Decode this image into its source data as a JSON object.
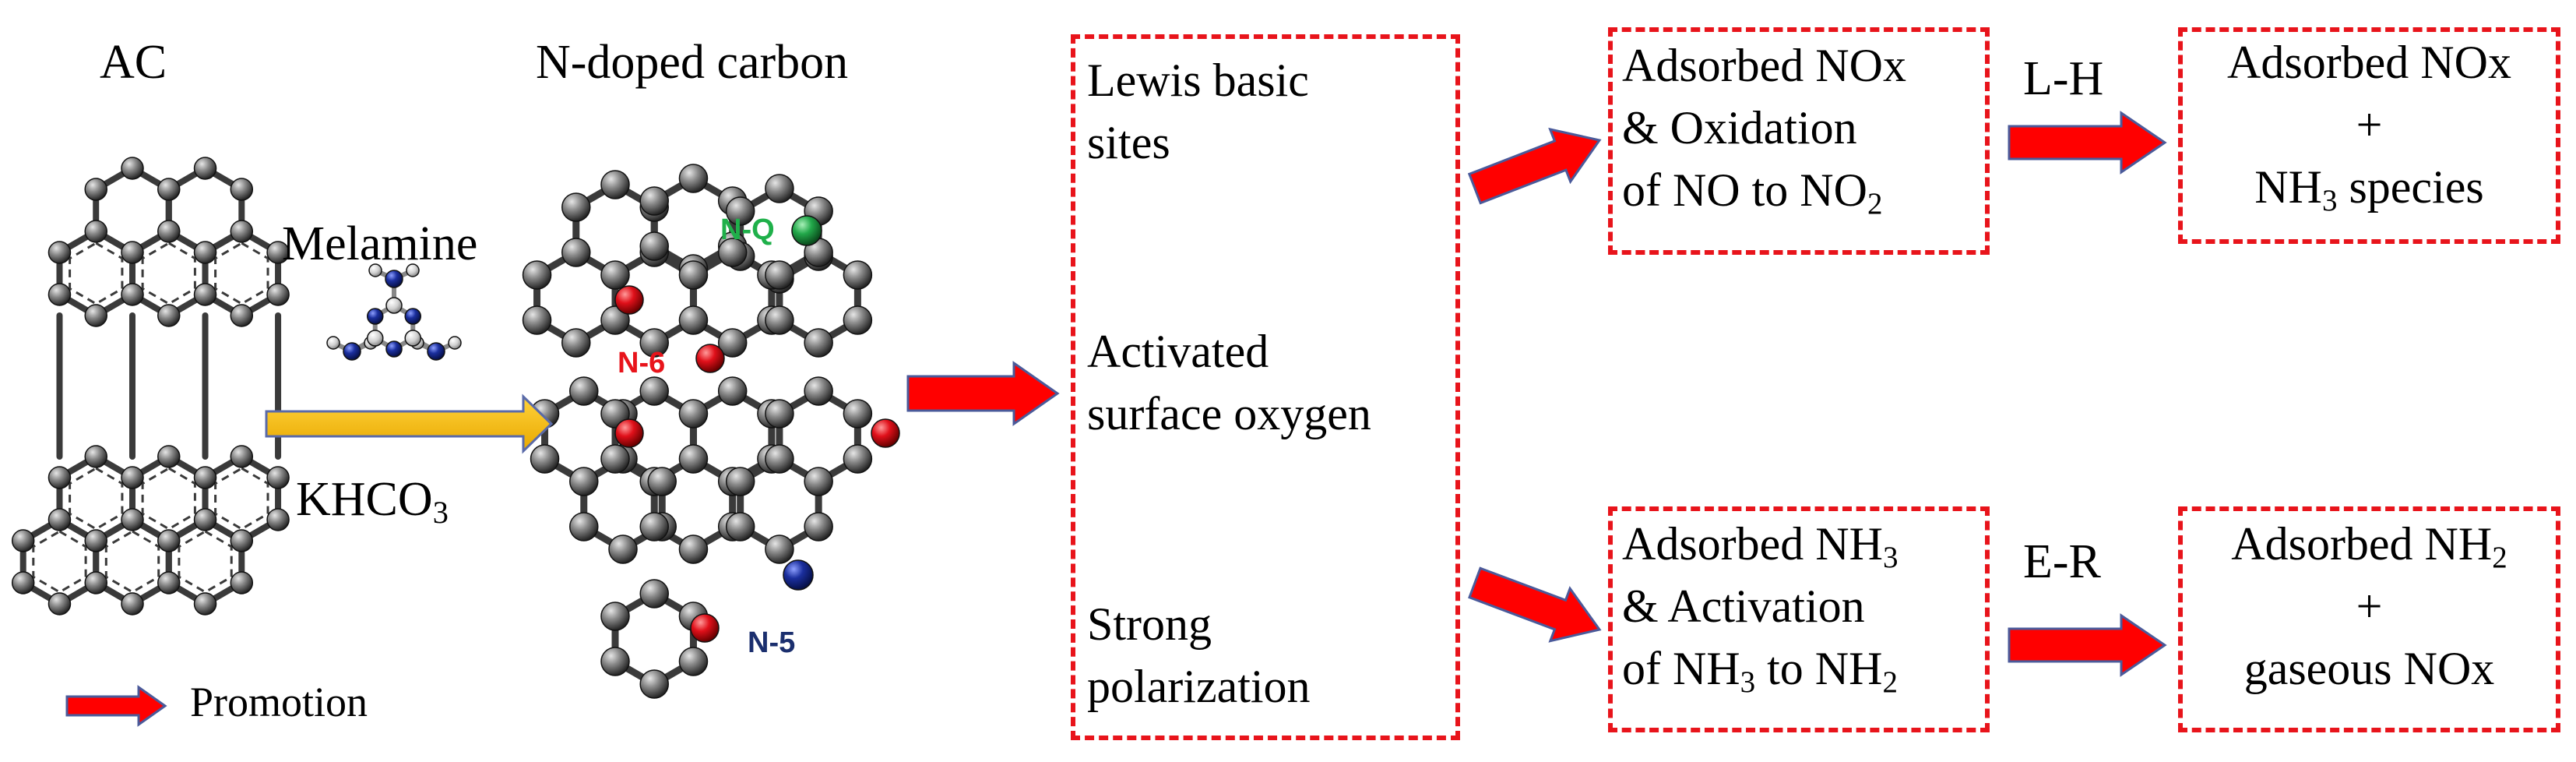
{
  "labels": {
    "ac": "AC",
    "n_doped_carbon": "N-doped carbon",
    "melamine": "Melamine",
    "khco3_main": "KHCO",
    "khco3_sub": "3",
    "promotion": "Promotion",
    "n_q": "N-Q",
    "n_6": "N-6",
    "n_5": "N-5",
    "l_h": "L-H",
    "e_r": "E-R"
  },
  "effects_box": {
    "lewis_line1": "Lewis basic",
    "lewis_line2": "sites",
    "oxygen_line1": "Activated",
    "oxygen_line2": "surface oxygen",
    "polar_line1": "Strong",
    "polar_line2": "polarization"
  },
  "box_top_mid": {
    "line1": "Adsorbed NOx",
    "line2": "& Oxidation",
    "line3_a": "of NO to NO",
    "line3_sub": "2"
  },
  "box_top_right": {
    "line1": "Adsorbed NOx",
    "line2": "+",
    "line3_a": "NH",
    "line3_sub": "3",
    "line3_b": " species"
  },
  "box_bottom_mid": {
    "line1_a": "Adsorbed NH",
    "line1_sub": "3",
    "line2": "& Activation",
    "line3_a": "of NH",
    "line3_sub1": "3",
    "line3_b": " to NH",
    "line3_sub2": "2"
  },
  "box_bottom_right": {
    "line1_a": "Adsorbed NH",
    "line1_sub": "2",
    "line2": "+",
    "line3": "gaseous NOx"
  },
  "colors": {
    "dash_border": "#e8141b",
    "arrow_red": "#ff0000",
    "arrow_outline": "#4a5a9a",
    "arrow_gold": "#f5b800",
    "carbon": "#6e6e6e",
    "oxygen": "#e0101a",
    "nitrogen_q": "#22a84a",
    "nitrogen_5": "#1b2f9e",
    "nitrogen_melamine": "#2233cc",
    "label_green": "#1fb04a",
    "label_red": "#e8141b",
    "label_blue": "#1b2f6e"
  }
}
